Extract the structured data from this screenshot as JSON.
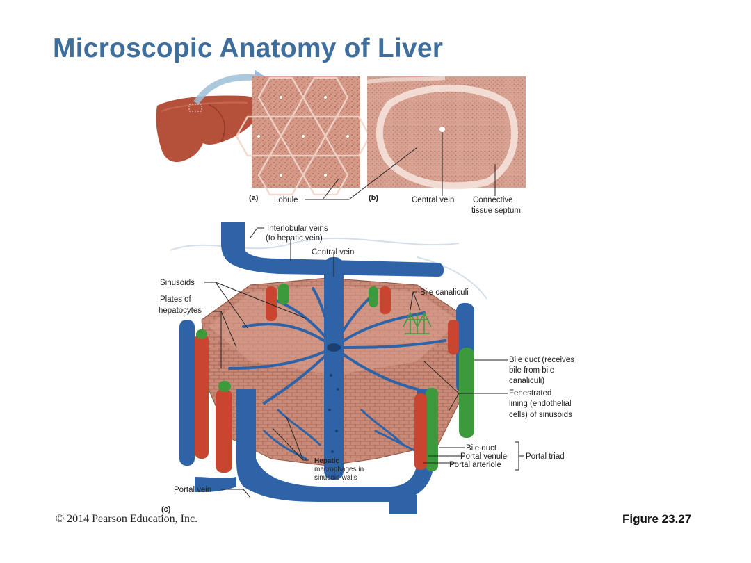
{
  "slide": {
    "title": "Microscopic Anatomy of Liver",
    "copyright": "© 2014 Pearson Education, Inc.",
    "figure_ref": "Figure 23.27"
  },
  "panels": {
    "a": {
      "letter": "(a)",
      "label": "Lobule"
    },
    "b": {
      "letter": "(b)",
      "central_vein": "Central vein",
      "septum_line1": "Connective",
      "septum_line2": "tissue septum"
    },
    "c": {
      "letter": "(c)"
    }
  },
  "labels": {
    "interlobular_line1": "Interlobular veins",
    "interlobular_line2": "(to hepatic vein)",
    "central_vein": "Central vein",
    "sinusoids": "Sinusoids",
    "plates_line1": "Plates of",
    "plates_line2": "hepatocytes",
    "bile_canaliculi": "Bile canaliculi",
    "bile_duct_line1": "Bile duct (receives",
    "bile_duct_line2": "bile from bile",
    "bile_duct_line3": "canaliculi)",
    "fenestrated_line1": "Fenestrated",
    "fenestrated_line2": "lining (endothelial",
    "fenestrated_line3": "cells) of sinusoids",
    "triad_bile_duct": "Bile duct",
    "triad_portal_venule": "Portal venule",
    "triad_portal_arteriole": "Portal arteriole",
    "portal_triad": "Portal triad",
    "macrophages_line1": "Hepatic",
    "macrophages_line2": "macrophages in",
    "macrophages_line3": "sinusoid walls",
    "portal_vein": "Portal vein"
  },
  "colors": {
    "title": "#3f6e9c",
    "vein_blue": "#2f63a8",
    "artery_red": "#c8452f",
    "bile_green": "#3c9a3c",
    "tissue": "#c98a78",
    "liver": "#b5513a"
  }
}
